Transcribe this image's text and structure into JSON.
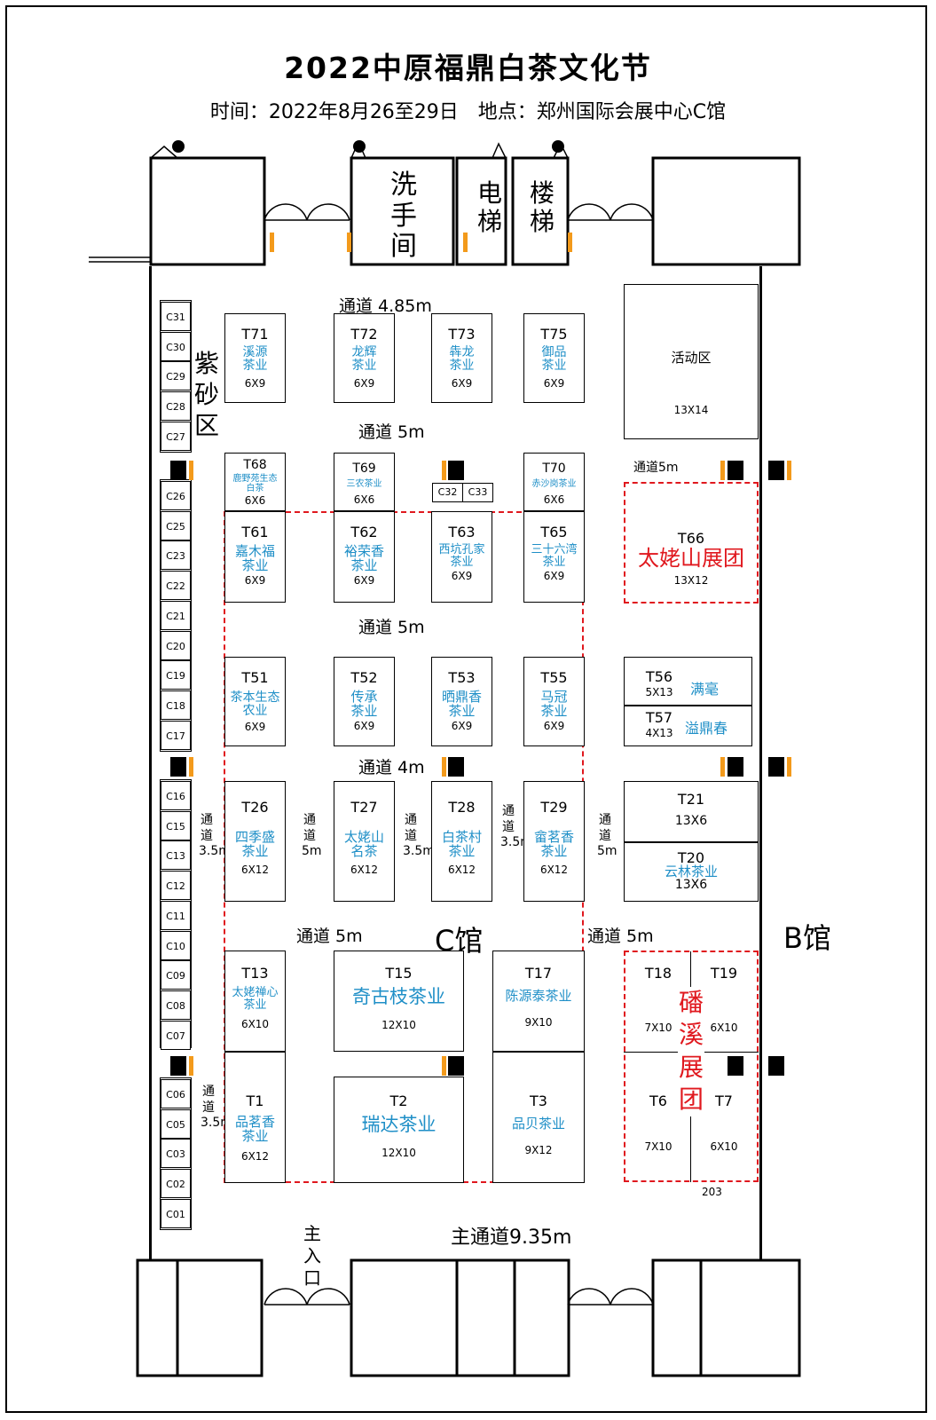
{
  "title": "2022中原福鼎白茶文化节",
  "subtitle": "时间：2022年8月26至29日　地点：郑州国际会展中心C馆",
  "rooms": {
    "washroom": "洗手间",
    "elevator": "电梯",
    "stairs": "楼梯"
  },
  "areas": {
    "zisha": "紫砂区",
    "activity": "活动区",
    "activity_size": "13X14",
    "hall_c": "C馆",
    "hall_b": "B馆",
    "main_entrance": "主入口",
    "taimushan_group": "太姥山展团",
    "panxi_group": "磻溪展团"
  },
  "aisles": {
    "top": "通道 4.85m",
    "row2": "通道 5m",
    "row3_right": "通道5m",
    "row4": "通道 5m",
    "row5": "通道 4m",
    "row6_left": "通道 5m",
    "row6_right": "通道 5m",
    "main": "主通道9.35m",
    "v1": "通道3.5m",
    "v2": "通道5m",
    "v3": "通道3.5m",
    "v4": "通道3.5m",
    "v5": "通道5m",
    "v6": "通道3.5m"
  },
  "booths": {
    "T71": {
      "code": "T71",
      "company": "溪源茶业",
      "size": "6X9"
    },
    "T72": {
      "code": "T72",
      "company": "龙辉茶业",
      "size": "6X9"
    },
    "T73": {
      "code": "T73",
      "company": "犇龙茶业",
      "size": "6X9"
    },
    "T75": {
      "code": "T75",
      "company": "御品茶业",
      "size": "6X9"
    },
    "T68": {
      "code": "T68",
      "company": "鹿野苑生态白茶",
      "size": "6X6"
    },
    "T69": {
      "code": "T69",
      "company": "三农茶业",
      "size": "6X6"
    },
    "T70": {
      "code": "T70",
      "company": "赤沙岗茶业",
      "size": "6X6"
    },
    "T61": {
      "code": "T61",
      "company": "嘉木福茶业",
      "size": "6X9"
    },
    "T62": {
      "code": "T62",
      "company": "裕荣香茶业",
      "size": "6X9"
    },
    "T63": {
      "code": "T63",
      "company": "西坑孔家茶业",
      "size": "6X9"
    },
    "T65": {
      "code": "T65",
      "company": "三十六湾茶业",
      "size": "6X9"
    },
    "T66": {
      "code": "T66",
      "size": "13X12"
    },
    "T51": {
      "code": "T51",
      "company": "茶本生态农业",
      "size": "6X9"
    },
    "T52": {
      "code": "T52",
      "company": "传承茶业",
      "size": "6X9"
    },
    "T53": {
      "code": "T53",
      "company": "晒鼎香茶业",
      "size": "6X9"
    },
    "T55": {
      "code": "T55",
      "company": "马冠茶业",
      "size": "6X9"
    },
    "T56": {
      "code": "T56",
      "company": "满毫",
      "size": "5X13"
    },
    "T57": {
      "code": "T57",
      "company": "溢鼎春",
      "size": "4X13"
    },
    "T26": {
      "code": "T26",
      "company": "四季盛茶业",
      "size": "6X12"
    },
    "T27": {
      "code": "T27",
      "company": "太姥山名茶",
      "size": "6X12"
    },
    "T28": {
      "code": "T28",
      "company": "白茶村茶业",
      "size": "6X12"
    },
    "T29": {
      "code": "T29",
      "company": "畲茗香茶业",
      "size": "6X12"
    },
    "T21": {
      "code": "T21",
      "size": "13X6"
    },
    "T20": {
      "code": "T20",
      "company": "云林茶业",
      "size": "13X6"
    },
    "T13": {
      "code": "T13",
      "company": "太姥禅心茶业",
      "size": "6X10"
    },
    "T15": {
      "code": "T15",
      "company": "奇古枝茶业",
      "size": "12X10"
    },
    "T17": {
      "code": "T17",
      "company": "陈源泰茶业",
      "size": "9X10"
    },
    "T18": {
      "code": "T18",
      "size": "7X10"
    },
    "T19": {
      "code": "T19",
      "size": "6X10"
    },
    "T1": {
      "code": "T1",
      "company": "品茗香茶业",
      "size": "6X12"
    },
    "T2": {
      "code": "T2",
      "company": "瑞达茶业",
      "size": "12X10"
    },
    "T3": {
      "code": "T3",
      "company": "品贝茶业",
      "size": "9X12"
    },
    "T6": {
      "code": "T6",
      "size": "7X10"
    },
    "T7": {
      "code": "T7",
      "size": "6X10"
    }
  },
  "extra_label": "203",
  "small_booths": [
    "C31",
    "C30",
    "C29",
    "C28",
    "C27",
    "C26",
    "C25",
    "C23",
    "C22",
    "C21",
    "C20",
    "C19",
    "C18",
    "C17",
    "C16",
    "C15",
    "C13",
    "C12",
    "C11",
    "C10",
    "C09",
    "C08",
    "C07",
    "C06",
    "C05",
    "C03",
    "C02",
    "C01"
  ],
  "small_top": [
    "C32",
    "C33"
  ],
  "colors": {
    "company": "#1f8fc7",
    "highlight": "#e0181e",
    "column_marker": "#f39a1b"
  }
}
